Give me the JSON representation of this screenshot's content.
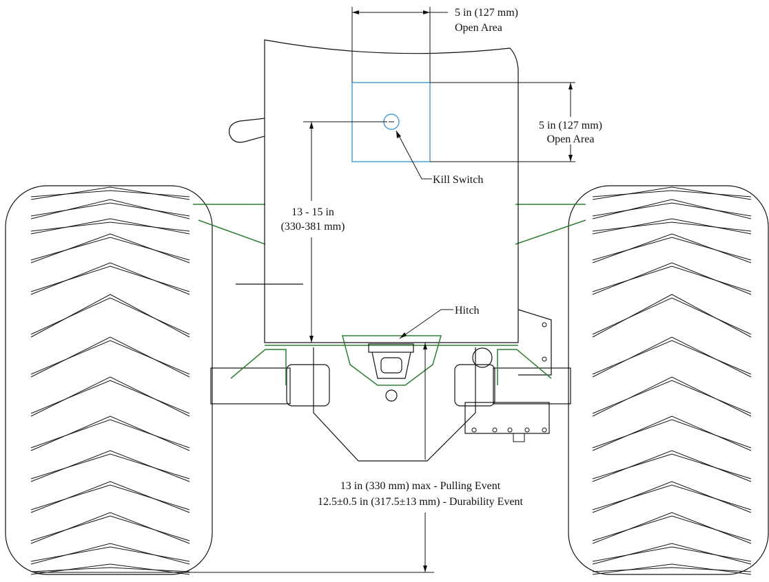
{
  "labels": {
    "top_open_area_dim": "5 in (127 mm)",
    "top_open_area_text": "Open Area",
    "side_open_area_dim": "5 in (127 mm)",
    "side_open_area_text": "Open Area",
    "kill_switch": "Kill Switch",
    "hitch": "Hitch",
    "height_range_in": "13 - 15 in",
    "height_range_mm": "(330-381 mm)",
    "pulling_event": "13 in (330 mm) max - Pulling Event",
    "durability_event": "12.5±0.5 in (317.5±13 mm) - Durability Event"
  },
  "colors": {
    "line": "#111111",
    "frame": "#2e7d32",
    "open_area": "#4a9fd8"
  }
}
